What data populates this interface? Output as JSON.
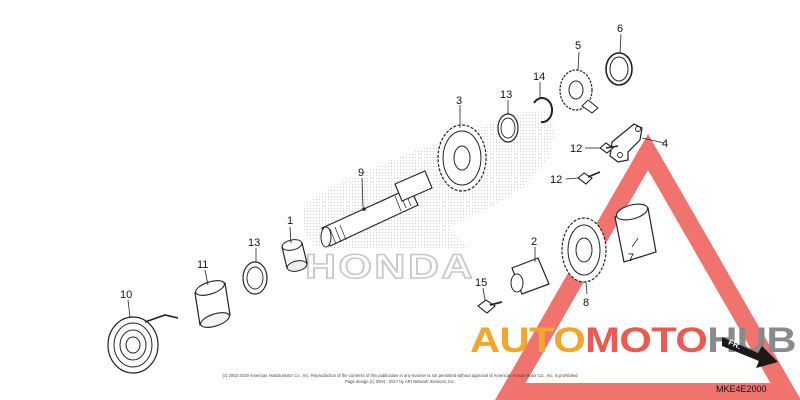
{
  "parts": [
    {
      "id": "1",
      "label": "1"
    },
    {
      "id": "2",
      "label": "2"
    },
    {
      "id": "3",
      "label": "3"
    },
    {
      "id": "4",
      "label": "4"
    },
    {
      "id": "5",
      "label": "5"
    },
    {
      "id": "6",
      "label": "6"
    },
    {
      "id": "7",
      "label": "7"
    },
    {
      "id": "8",
      "label": "8"
    },
    {
      "id": "9",
      "label": "9"
    },
    {
      "id": "10",
      "label": "10"
    },
    {
      "id": "11",
      "label": "11"
    },
    {
      "id": "12a",
      "label": "12"
    },
    {
      "id": "12b",
      "label": "12"
    },
    {
      "id": "13a",
      "label": "13"
    },
    {
      "id": "13b",
      "label": "13"
    },
    {
      "id": "14",
      "label": "14"
    },
    {
      "id": "15",
      "label": "15"
    }
  ],
  "diagram_code": "MKE4E2000",
  "copyright_line1": "(c) 2002-2019 American Honda Motor Co., Inc. Reproduction of the contents of this publication in any manner is not permitted without approval of American Honda Motor Co., Inc. is prohibited",
  "copyright_line2": "Page design (c) 2004 - 2017 by ARI Network Services, Inc.",
  "background_brand": "HONDA",
  "watermark": {
    "part1": "AUTO",
    "part2": "MOTO",
    "part3": "HUB"
  },
  "direction_label": "FR.",
  "colors": {
    "watermark_orange": "#f3a62c",
    "watermark_red": "#ec5a52",
    "watermark_gray": "#8a8a8a",
    "triangle": "#ef5b53",
    "dots": "#d3d3d3",
    "line": "#222222"
  }
}
